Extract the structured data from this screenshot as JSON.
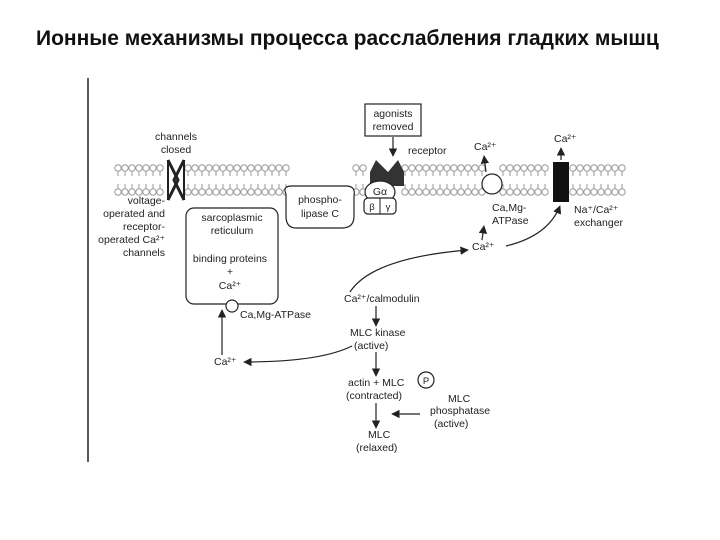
{
  "slide": {
    "title": "Ионные механизмы процесса расслабления гладких мышц"
  },
  "diagram": {
    "channels_closed": [
      "channels",
      "closed"
    ],
    "voltage_channels": [
      "voltage-",
      "operated and",
      "receptor-",
      "operated Ca²⁺",
      "channels"
    ],
    "agonists_removed": [
      "agonists",
      "removed"
    ],
    "receptor": "receptor",
    "g_alpha": "Gα",
    "beta": "β",
    "gamma": "γ",
    "phospholipase": [
      "phospho-",
      "lipase C"
    ],
    "sarcoplasmic": [
      "sarcoplasmic",
      "reticulum"
    ],
    "binding": [
      "binding proteins",
      "+",
      "Ca²⁺"
    ],
    "ca_mg_atpase_sr": "Ca,Mg-ATPase",
    "ca_top_left": "Ca²⁺",
    "ca_top_right": "Ca²⁺",
    "ca_mg_atpase_pm": [
      "Ca,Mg-",
      "ATPase"
    ],
    "exchanger": [
      "Na⁺/Ca²⁺",
      "exchanger"
    ],
    "ca_cytosol_right": "Ca²⁺",
    "ca_calmodulin": "Ca²⁺/calmodulin",
    "ca_cytosol_left": "Ca²⁺",
    "mlc_kinase": [
      "MLC  kinase",
      "(active)"
    ],
    "actin_mlc": [
      "actin + MLC",
      "(contracted)"
    ],
    "p_label": "P",
    "mlc_phosphatase": [
      "MLC",
      "phosphatase",
      "(active)"
    ],
    "mlc_relaxed": [
      "MLC",
      "(relaxed)"
    ]
  },
  "colors": {
    "ink": "#222222",
    "membrane_gray": "#9a9a9a",
    "dark_block": "#111111"
  }
}
